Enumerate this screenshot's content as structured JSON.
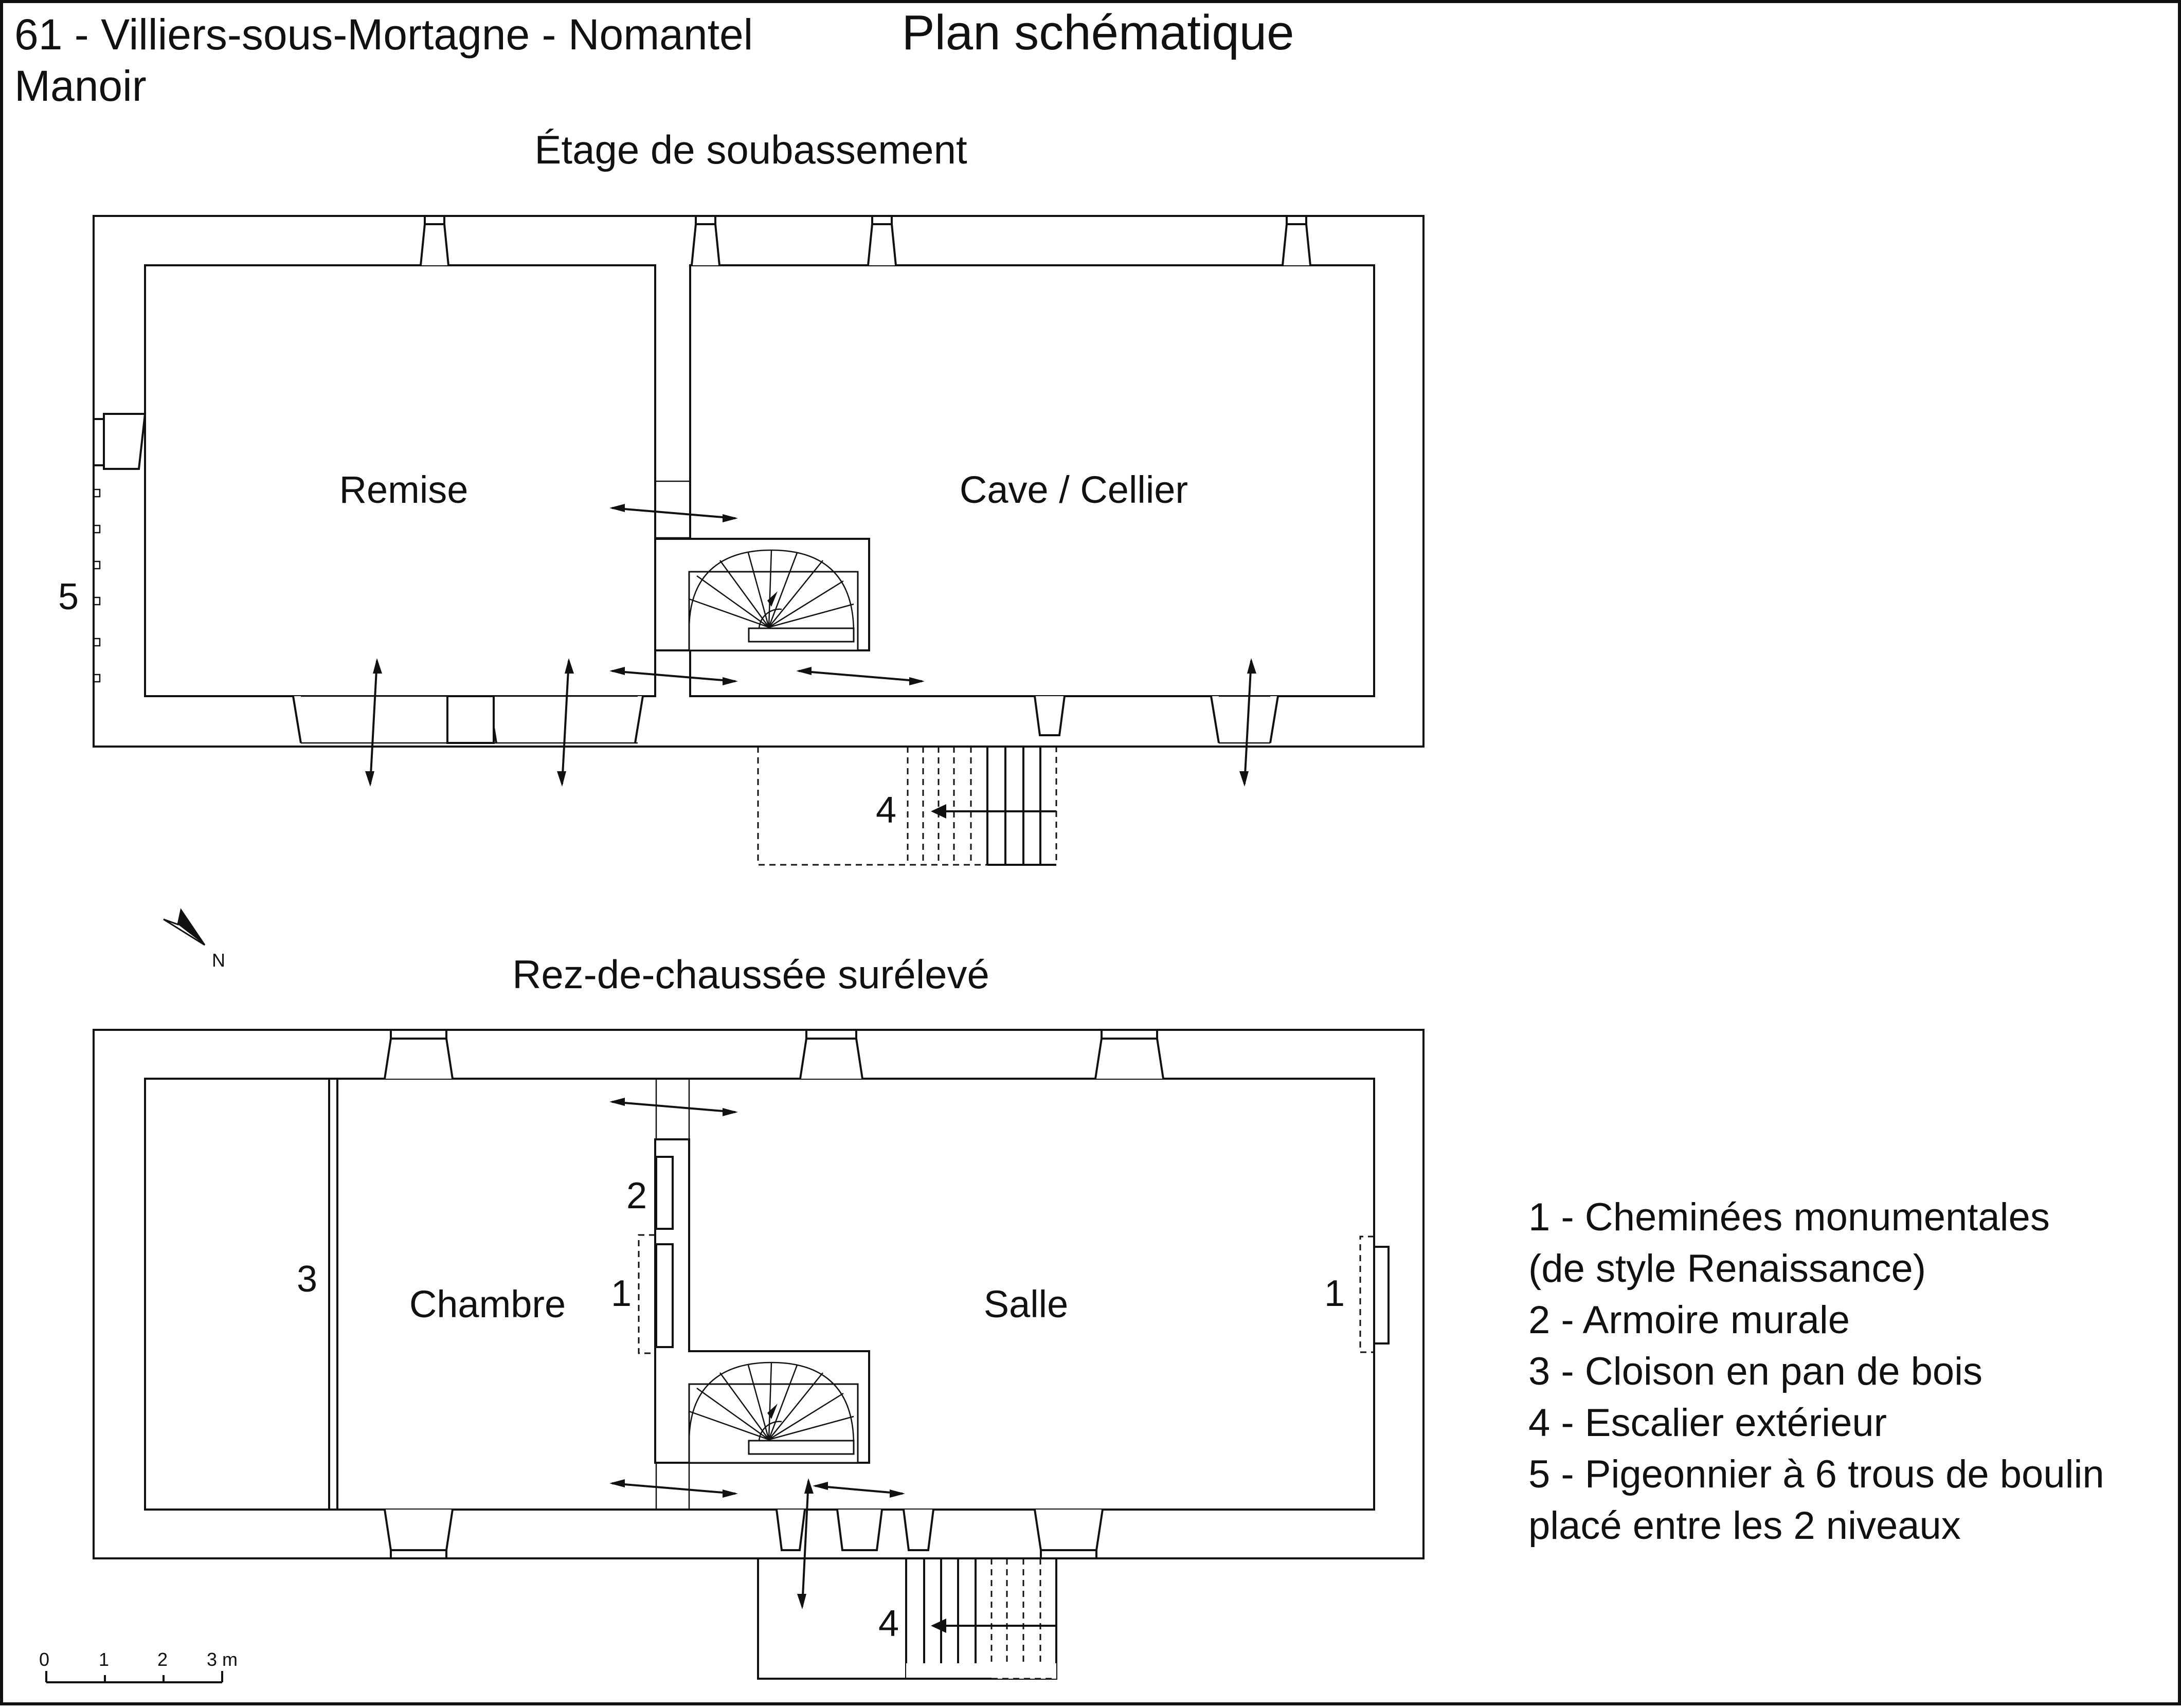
{
  "header": {
    "location": "61 - Villiers-sous-Mortagne - Nomantel",
    "building": "Manoir",
    "title": "Plan schématique"
  },
  "floors": {
    "lower": {
      "label": "Étage de soubassement",
      "rooms": [
        "Remise",
        "Cave / Cellier"
      ]
    },
    "upper": {
      "label": "Rez-de-chaussée surélevé",
      "rooms": [
        "Chambre",
        "Salle"
      ]
    }
  },
  "markers": {
    "pigeonnier": "5",
    "stair_lower": "4",
    "stair_upper": "4",
    "partition": "3",
    "cupboard": "2",
    "fireplace_left": "1",
    "fireplace_right": "1"
  },
  "north_label": "N",
  "legend": [
    "1 - Cheminées monumentales",
    "(de style Renaissance)",
    "2 - Armoire murale",
    "3 - Cloison en pan de bois",
    "4 - Escalier extérieur",
    "5 - Pigeonnier à 6 trous de boulin",
    "placé entre les 2 niveaux"
  ],
  "scale_bar": {
    "ticks": [
      "0",
      "1",
      "2",
      "3 m"
    ]
  }
}
